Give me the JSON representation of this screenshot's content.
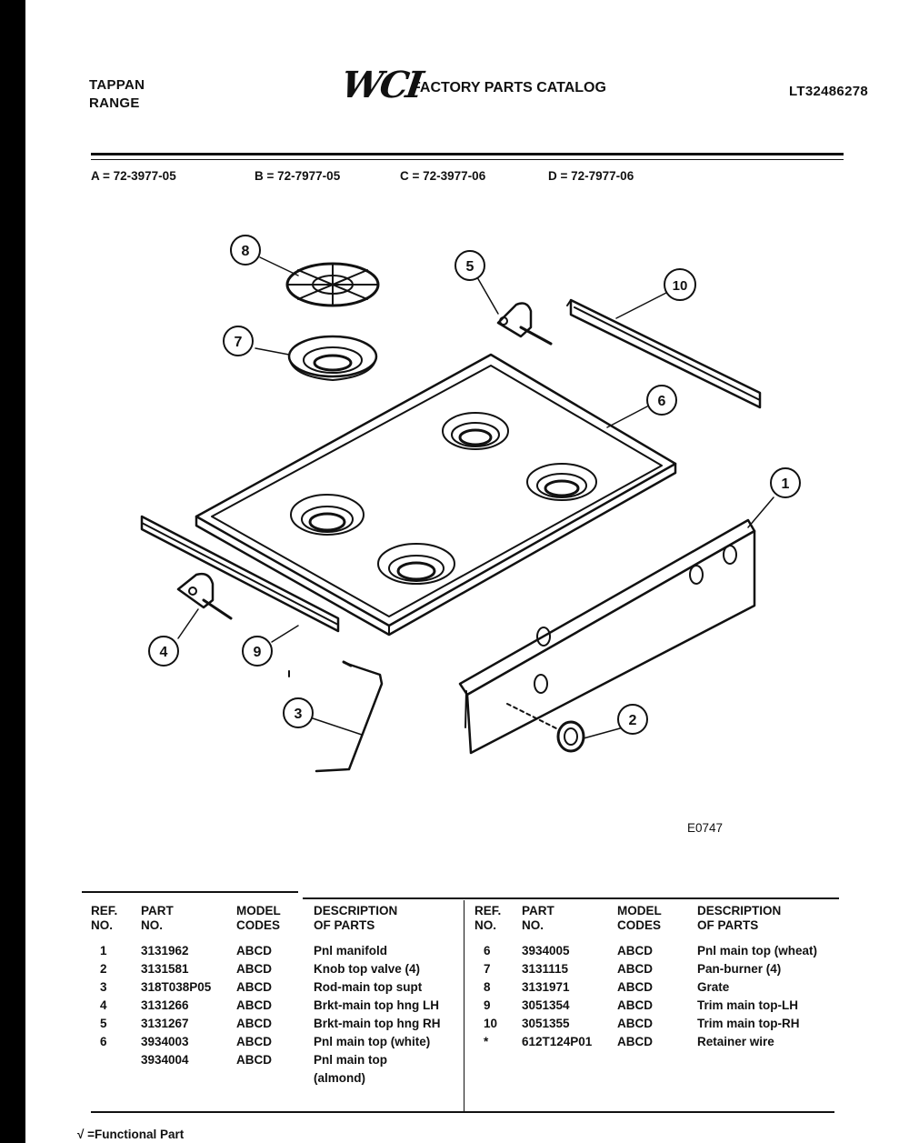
{
  "header": {
    "brand_line1": "TAPPAN",
    "brand_line2": "RANGE",
    "logo": "WCI",
    "catalog_title": "FACTORY PARTS CATALOG",
    "catalog_number": "LT32486278"
  },
  "models": [
    {
      "code": "A",
      "number": "72-3977-05"
    },
    {
      "code": "B",
      "number": "72-7977-05"
    },
    {
      "code": "C",
      "number": "72-3977-06"
    },
    {
      "code": "D",
      "number": "72-7977-06"
    }
  ],
  "diagram": {
    "code": "E0747",
    "callouts": [
      "1",
      "2",
      "3",
      "4",
      "5",
      "6",
      "7",
      "8",
      "9",
      "10"
    ]
  },
  "table": {
    "headers": {
      "ref_no": [
        "REF.",
        "NO."
      ],
      "part_no": [
        "PART",
        "NO."
      ],
      "model_codes": [
        "MODEL",
        "CODES"
      ],
      "description": [
        "DESCRIPTION",
        "OF PARTS"
      ]
    },
    "left_rows": [
      {
        "ref": "1",
        "part": "3131962",
        "codes": "ABCD",
        "desc": "Pnl manifold"
      },
      {
        "ref": "2",
        "part": "3131581",
        "codes": "ABCD",
        "desc": "Knob top valve (4)"
      },
      {
        "ref": "3",
        "part": "318T038P05",
        "codes": "ABCD",
        "desc": "Rod-main top supt"
      },
      {
        "ref": "4",
        "part": "3131266",
        "codes": "ABCD",
        "desc": "Brkt-main top hng LH"
      },
      {
        "ref": "5",
        "part": "3131267",
        "codes": "ABCD",
        "desc": "Brkt-main top hng RH"
      },
      {
        "ref": "6",
        "part": "3934003",
        "codes": "ABCD",
        "desc": "Pnl main top (white)"
      },
      {
        "ref": "",
        "part": "3934004",
        "codes": "ABCD",
        "desc": "Pnl main top"
      },
      {
        "ref": "",
        "part": "",
        "codes": "",
        "desc": "(almond)"
      }
    ],
    "right_rows": [
      {
        "ref": "6",
        "part": "3934005",
        "codes": "ABCD",
        "desc": "Pnl main top (wheat)"
      },
      {
        "ref": "7",
        "part": "3131115",
        "codes": "ABCD",
        "desc": "Pan-burner (4)"
      },
      {
        "ref": "8",
        "part": "3131971",
        "codes": "ABCD",
        "desc": "Grate"
      },
      {
        "ref": "9",
        "part": "3051354",
        "codes": "ABCD",
        "desc": "Trim main top-LH"
      },
      {
        "ref": "10",
        "part": "3051355",
        "codes": "ABCD",
        "desc": "Trim main top-RH"
      },
      {
        "ref": "*",
        "part": "612T124P01",
        "codes": "ABCD",
        "desc": "Retainer wire"
      }
    ]
  },
  "footnote": "√ =Functional Part"
}
